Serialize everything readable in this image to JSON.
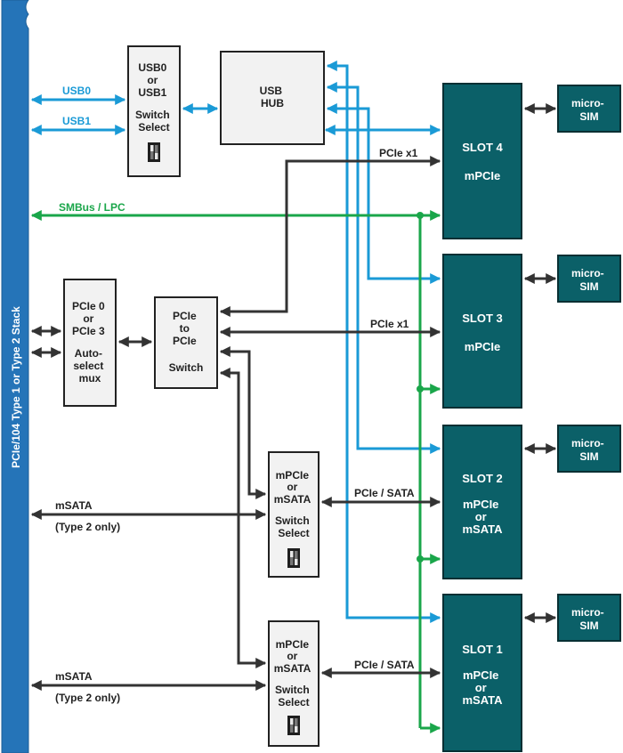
{
  "stack_label": "PCIe/104 Type 1 or Type 2 Stack",
  "colors": {
    "stack_bar": "#2574b8",
    "usb": "#1a9ad6",
    "smbus": "#1aa64a",
    "pcie": "#333333",
    "slot_fill": "#0b6068",
    "box_fill": "#f2f2f2"
  },
  "buses": {
    "usb0": "USB0",
    "usb1": "USB1",
    "smbus": "SMBus / LPC",
    "pcie_x1_slot4": "PCIe x1",
    "pcie_x1_slot3": "PCIe x1",
    "pcie_sata_slot2": "PCIe / SATA",
    "pcie_sata_slot1": "PCIe / SATA",
    "msata_upper": "mSATA",
    "msata_upper_note": "(Type 2 only)",
    "msata_lower": "mSATA",
    "msata_lower_note": "(Type 2 only)"
  },
  "boxes": {
    "usb_select": [
      "USB0",
      "or",
      "USB1",
      "",
      "Switch",
      "Select"
    ],
    "usb_hub": [
      "USB",
      "HUB"
    ],
    "pcie_mux": [
      "PCIe 0",
      "or",
      "PCIe 3",
      "",
      "Auto-",
      "select",
      "mux"
    ],
    "pcie_switch": [
      "PCIe",
      "to",
      "PCIe",
      "",
      "Switch"
    ],
    "sata_select_upper": [
      "mPCIe",
      "or",
      "mSATA",
      "",
      "Switch",
      "Select"
    ],
    "sata_select_lower": [
      "mPCIe",
      "or",
      "mSATA",
      "",
      "Switch",
      "Select"
    ]
  },
  "slots": [
    {
      "name": "SLOT 4",
      "type": [
        "mPCIe"
      ]
    },
    {
      "name": "SLOT 3",
      "type": [
        "mPCIe"
      ]
    },
    {
      "name": "SLOT 2",
      "type": [
        "mPCIe",
        "or",
        "mSATA"
      ]
    },
    {
      "name": "SLOT 1",
      "type": [
        "mPCIe",
        "or",
        "mSATA"
      ]
    }
  ],
  "sims": [
    [
      "micro-",
      "SIM"
    ],
    [
      "micro-",
      "SIM"
    ],
    [
      "micro-",
      "SIM"
    ],
    [
      "micro-",
      "SIM"
    ]
  ]
}
